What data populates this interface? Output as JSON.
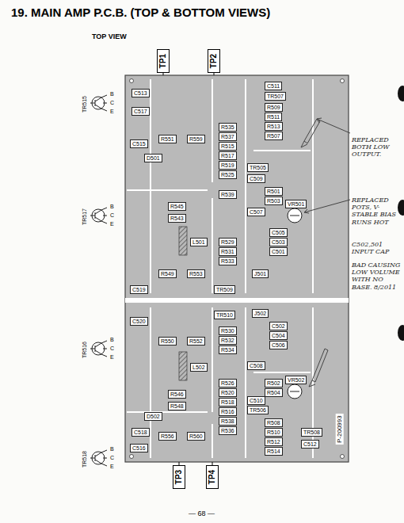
{
  "diagram": {
    "title": "19. MAIN AMP P.C.B. (TOP & BOTTOM VIEWS)",
    "nodes": [
      {
        "text": [
          "TP1"
        ]
      },
      {
        "text": [
          "TP2"
        ]
      },
      {
        "text": [
          "P-200993"
        ]
      },
      {
        "text": [
          "TP3"
        ]
      },
      {
        "text": [
          "TP4"
        ]
      }
    ],
    "edges": [
      {
        "from": 0,
        "to": 2,
        "arrow": "none"
      },
      {
        "from": 1,
        "to": 2,
        "arrow": "none"
      },
      {
        "from": 3,
        "to": 2,
        "arrow": "none"
      },
      {
        "from": 4,
        "to": 2,
        "arrow": "none"
      }
    ],
    "labels": [
      "TOP VIEW",
      "TR515",
      "B",
      "C",
      "E",
      "TR517",
      "B",
      "C",
      "E",
      "TR516",
      "B",
      "C",
      "E",
      "TR518",
      "B",
      "C",
      "E",
      "C513",
      "C515",
      "D501",
      "C517",
      "C519",
      "R551",
      "R559",
      "R545",
      "R543",
      "L501",
      "R549",
      "R553",
      "R535",
      "R537",
      "R515",
      "R517",
      "R519",
      "R525",
      "R539",
      "R529",
      "R531",
      "R533",
      "TR509",
      "C511",
      "TR507",
      "R509",
      "R511",
      "R513",
      "R507",
      "TR505",
      "C509",
      "R501",
      "R503",
      "C507",
      "VR501",
      "C505",
      "C503",
      "C501",
      "J501",
      "C520",
      "D502",
      "C516",
      "C518",
      "R550",
      "R552",
      "L502",
      "R546",
      "R548",
      "R556",
      "R560",
      "TR510",
      "R530",
      "R532",
      "R534",
      "R526",
      "R520",
      "R518",
      "R516",
      "R538",
      "R536",
      "J502",
      "C502",
      "C504",
      "C506",
      "C508",
      "VR502",
      "R502",
      "R504",
      "C510",
      "TR506",
      "R508",
      "R510",
      "R512",
      "R514",
      "TR508",
      "C512",
      "REPLACED BOTH LOW OUTPUT.",
      "REPLACED POTS, V-STABLE BIAS RUNS HOT",
      "C502,501 INPUT CAP",
      "BAD CAUSING LOW VOLUME WITH NO BASE. 8/2011",
      "— 68 —"
    ]
  }
}
